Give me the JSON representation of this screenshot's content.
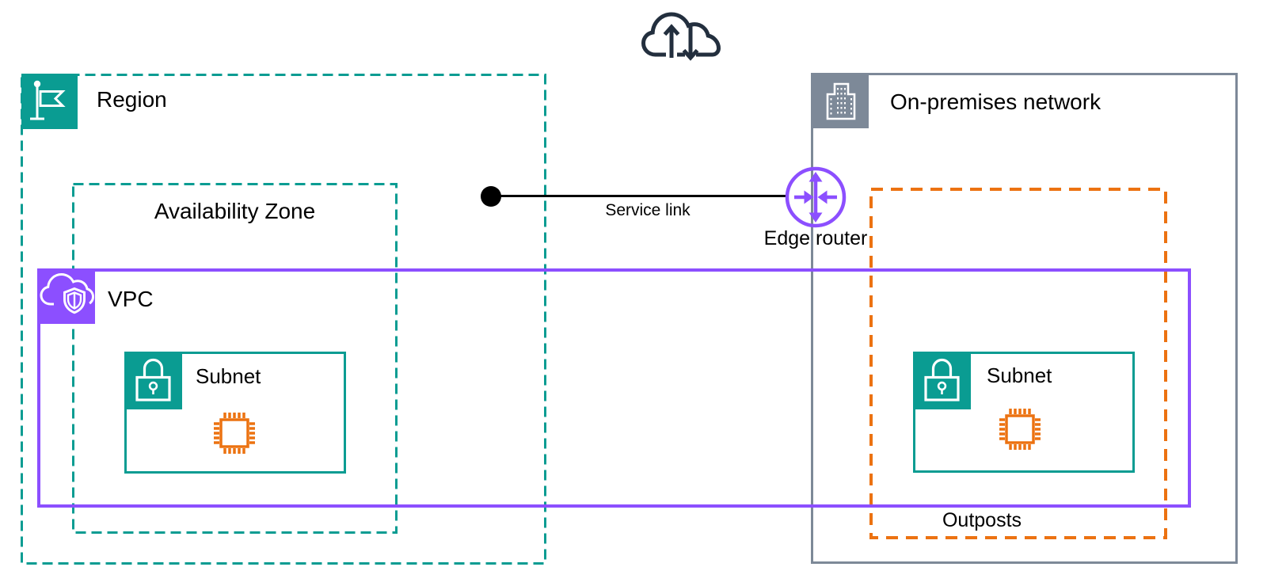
{
  "diagram": {
    "internet": {
      "icon": "cloud-up-down-arrows-icon",
      "color": "#232F3E"
    },
    "region": {
      "label": "Region",
      "icon": "flag-icon",
      "color": "#0A9C92"
    },
    "availability_zone": {
      "label": "Availability Zone",
      "color": "#0A9C92"
    },
    "vpc": {
      "label": "VPC",
      "icon": "cloud-shield-icon",
      "color": "#8C4FFF"
    },
    "on_premises": {
      "label": "On-premises network",
      "icon": "building-icon",
      "color": "#7D8998"
    },
    "outposts": {
      "label": "Outposts",
      "color": "#EC7211"
    },
    "subnet_left": {
      "label": "Subnet",
      "icon": "lock-icon",
      "contains": "chip-icon",
      "color": "#0A9C92"
    },
    "subnet_right": {
      "label": "Subnet",
      "icon": "lock-icon",
      "contains": "chip-icon",
      "color": "#0A9C92"
    },
    "service_link": {
      "label": "Service link",
      "color": "#000000"
    },
    "edge_router": {
      "label": "Edge router",
      "icon": "router-icon",
      "color": "#8C4FFF"
    }
  }
}
